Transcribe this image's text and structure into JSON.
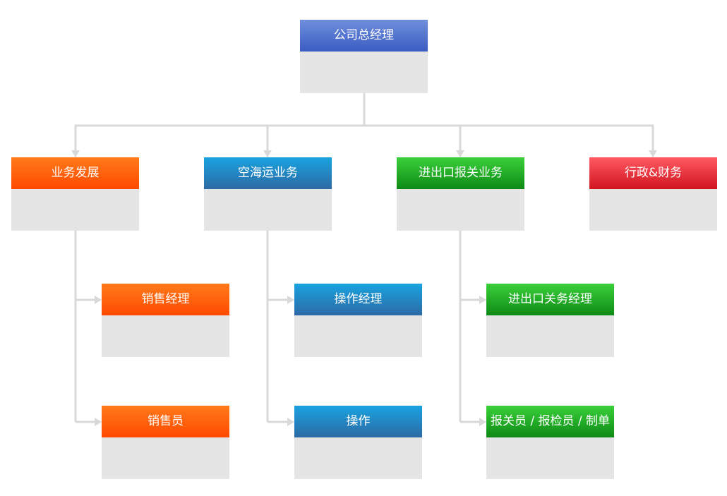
{
  "org_chart": {
    "root": {
      "label": "公司总经理",
      "color": "#4a6fd0"
    },
    "departments": [
      {
        "label": "业务发展",
        "color": "#ff5a00",
        "children": [
          "销售经理",
          "销售员"
        ]
      },
      {
        "label": "空海运业务",
        "color": "#1e86c5",
        "children": [
          "操作经理",
          "操作"
        ]
      },
      {
        "label": "进出口报关业务",
        "color": "#1fae28",
        "children": [
          "进出口关务经理",
          "报关员 / 报检员 / 制单"
        ]
      },
      {
        "label": "行政&财务",
        "color": "#e52a34",
        "children": []
      }
    ],
    "connector_color": "#d9d9d9",
    "box_body_color": "#e5e5e5"
  }
}
